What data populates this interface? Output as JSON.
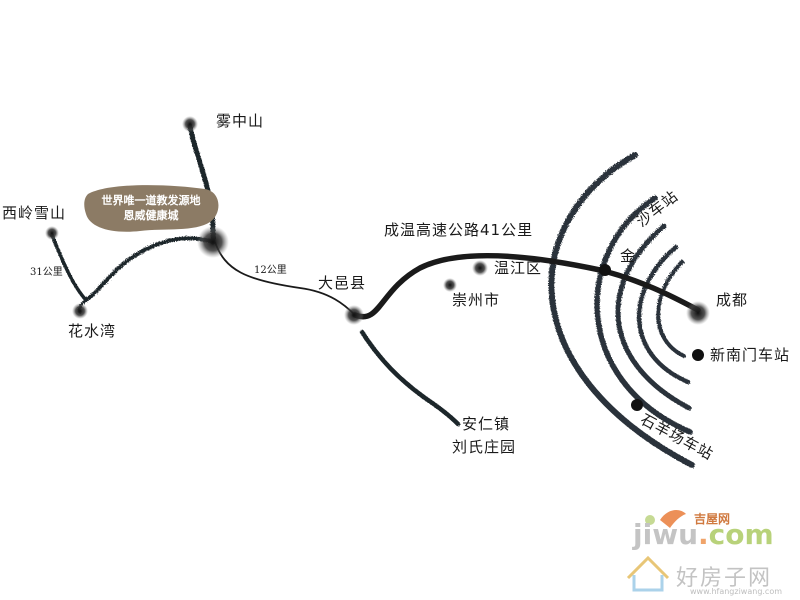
{
  "map": {
    "places": {
      "wuzhongshan": "雾中山",
      "xilingxueshan": "西岭雪山",
      "huashuiwan": "花水湾",
      "dayixian": "大邑县",
      "wenjiangqu": "温江区",
      "chongzhoushi": "崇州市",
      "chengdu": "成都",
      "xinnanmen": "新南门车站",
      "anrenzhen": "安仁镇",
      "liushizhuangyuan": "刘氏庄园"
    },
    "highlight": {
      "line1": "世界唯一道教发源地",
      "line2": "恩威健康城"
    },
    "distances": {
      "d31": "31公里",
      "d12": "12公里"
    },
    "highway": "成温高速公路41公里",
    "stations": {
      "jinsha_a": "金",
      "jinsha_b": "沙车站",
      "shiyangchang": "石羊场车站"
    },
    "colors": {
      "ink": "#1a1a1a",
      "highlight_fill": "#8c7b65",
      "arc_ink": "#2b333a"
    }
  },
  "watermarks": {
    "jiwu_brand": "吉屋网",
    "jiwu_logo_a": "jiwu",
    "jiwu_logo_dot": ".",
    "jiwu_logo_b": "com",
    "hfz_brand": "好房子网",
    "hfz_url": "www.hfangziwang.com"
  }
}
